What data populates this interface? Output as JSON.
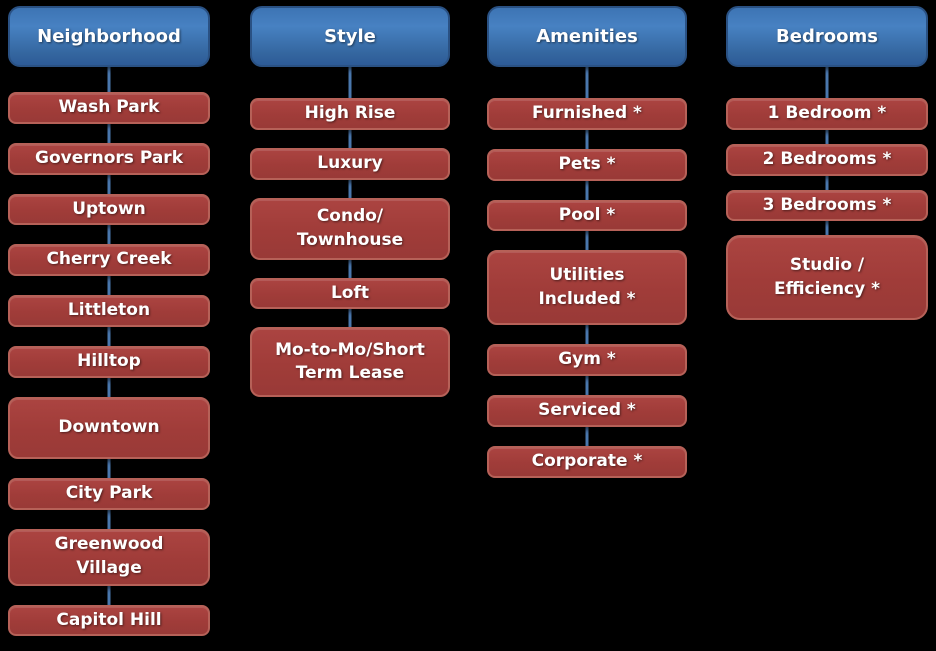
{
  "title": "Apartment search filter diagram",
  "colors": {
    "background": "#000000",
    "text": "#ffffff",
    "connector": "#4a77ad",
    "header_grad_top": "#3d74b4",
    "header_grad_mid": "#4781c2",
    "header_grad_low": "#34669f",
    "header_grad_bottom": "#2d5b97",
    "header_border": "#2a5183",
    "brick_light": "#ab4441",
    "brick": "#a03c39",
    "brick_dark": "#993a37",
    "brick_border": "#b66158"
  },
  "columns": [
    {
      "id": "neighborhood",
      "header": "Neighborhood",
      "items": [
        "Wash Park",
        "Governors Park",
        "Uptown",
        "Cherry Creek",
        "Littleton",
        "Hilltop",
        "Downtown",
        "City Park",
        "Greenwood\nVillage",
        "Capitol Hill"
      ]
    },
    {
      "id": "style",
      "header": "Style",
      "items": [
        "High Rise",
        "Luxury",
        "Condo/\nTownhouse",
        "Loft",
        "Mo-to-Mo/Short\nTerm Lease"
      ]
    },
    {
      "id": "amenities",
      "header": "Amenities",
      "items": [
        "Furnished *",
        "Pets *",
        "Pool *",
        "Utilities\nIncluded *",
        "Gym *",
        "Serviced *",
        "Corporate *"
      ]
    },
    {
      "id": "bedrooms",
      "header": "Bedrooms",
      "items": [
        "1 Bedroom *",
        "2 Bedrooms *",
        "3 Bedrooms *",
        "Studio /\nEfficiency *"
      ]
    }
  ]
}
